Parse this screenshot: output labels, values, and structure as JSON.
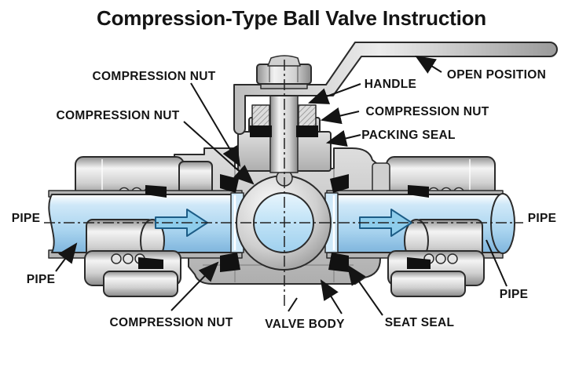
{
  "title": "Compression-Type Ball Valve Instruction",
  "diagram": {
    "labels": {
      "compression_nut_top_left": "COMPRESSION NUT",
      "compression_nut_mid_left": "COMPRESSION NUT",
      "handle": "HANDLE",
      "open_position": "OPEN POSITION",
      "compression_nut_right": "COMPRESSION NUT",
      "packing_seal": "PACKING SEAL",
      "pipe_left_upper": "PIPE",
      "pipe_left_lower": "PIPE",
      "pipe_right_upper": "PIPE",
      "pipe_right_lower": "PIPE",
      "compression_nut_bottom": "COMPRESSION NUT",
      "valve_body": "VALVE BODY",
      "seat_seal": "SEAT SEAL"
    },
    "icons": {
      "flow_arrow": "flow-arrow-right-icon",
      "leader_arrowhead": "leader-arrowhead-icon"
    },
    "colors": {
      "background": "#ffffff",
      "pipe_blue_light": "#d6ecf9",
      "pipe_blue": "#a9d4ef",
      "pipe_blue_deep": "#7fb5dd",
      "flow_arrow_fill": "#8ecdec",
      "flow_arrow_outline": "#1c5c86",
      "metal_light": "#f2f2f2",
      "metal_dark": "#8f8f8f",
      "body_gray": "#c4c4c4",
      "seal_black": "#111111",
      "line_black": "#141414",
      "text_black": "#141414"
    }
  }
}
